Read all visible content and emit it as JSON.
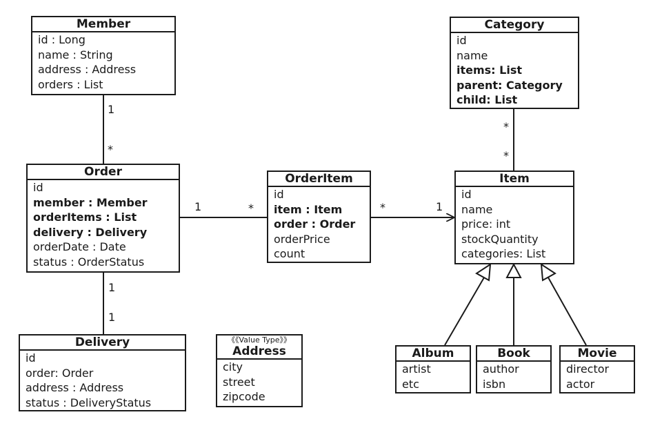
{
  "classes": {
    "member": {
      "name": "Member",
      "attrs": [
        "id : Long",
        "name : String",
        "address : Address",
        "orders : List"
      ]
    },
    "category": {
      "name": "Category",
      "attrs": [
        "id",
        "name",
        "items: List",
        "parent: Category",
        "child: List"
      ]
    },
    "order": {
      "name": "Order",
      "attrs": [
        "id",
        "member : Member",
        "orderItems : List",
        "delivery : Delivery",
        "orderDate : Date",
        "status : OrderStatus"
      ]
    },
    "orderitem": {
      "name": "OrderItem",
      "attrs": [
        "id",
        "item : Item",
        "order : Order",
        "orderPrice",
        "count"
      ]
    },
    "item": {
      "name": "Item",
      "attrs": [
        "id",
        "name",
        "price: int",
        "stockQuantity",
        "categories: List"
      ]
    },
    "delivery": {
      "name": "Delivery",
      "attrs": [
        "id",
        "order: Order",
        "address : Address",
        "status : DeliveryStatus"
      ]
    },
    "address": {
      "stereotype": "《《Value Type》》",
      "name": "Address",
      "attrs": [
        "city",
        "street",
        "zipcode"
      ]
    },
    "album": {
      "name": "Album",
      "attrs": [
        "artist",
        "etc"
      ]
    },
    "book": {
      "name": "Book",
      "attrs": [
        "author",
        "isbn"
      ]
    },
    "movie": {
      "name": "Movie",
      "attrs": [
        "director",
        "actor"
      ]
    }
  },
  "multiplicities": {
    "member_order_member_end": "1",
    "member_order_order_end": "*",
    "category_item_category_end": "*",
    "category_item_item_end": "*",
    "order_orderitem_order_end": "1",
    "order_orderitem_orderitem_end": "*",
    "orderitem_item_orderitem_end": "*",
    "orderitem_item_item_end": "1",
    "order_delivery_order_end": "1",
    "order_delivery_delivery_end": "1"
  }
}
